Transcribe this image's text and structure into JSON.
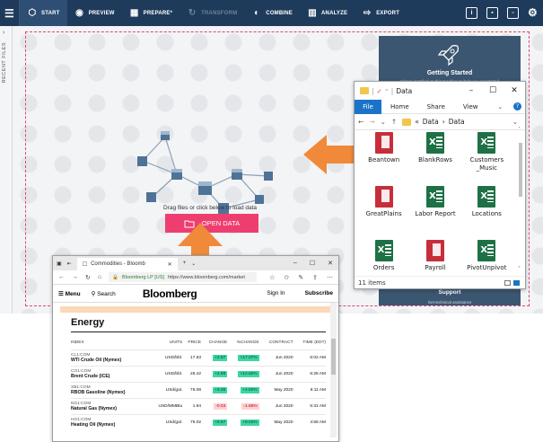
{
  "toolbar": {
    "items": [
      {
        "label": "START",
        "icon": "cube-icon",
        "state": "active"
      },
      {
        "label": "PREVIEW",
        "icon": "eye-icon",
        "state": "normal"
      },
      {
        "label": "PREPARE*",
        "icon": "table-icon",
        "state": "normal"
      },
      {
        "label": "TRANSFORM",
        "icon": "transform-icon",
        "state": "disabled"
      },
      {
        "label": "COMBINE",
        "icon": "combine-icon",
        "state": "normal"
      },
      {
        "label": "ANALYZE",
        "icon": "analyze-icon",
        "state": "normal"
      },
      {
        "label": "EXPORT",
        "icon": "export-icon",
        "state": "normal"
      }
    ]
  },
  "recent_files": {
    "label": "RECENT FILES"
  },
  "dropzone": {
    "instructions": "Drag files or click below to load data",
    "open_button": "OPEN DATA"
  },
  "getting_started": {
    "title": "Getting Started",
    "subtitle": "Videos installed on this machine to help you get started",
    "support_title": "Support",
    "support_subtitle": "Get technical assistance"
  },
  "explorer": {
    "title": "Data",
    "ribbon": [
      "File",
      "Home",
      "Share",
      "View"
    ],
    "breadcrumb_prefix": "«",
    "breadcrumb": [
      "Data",
      "Data"
    ],
    "items": [
      {
        "name": "Beantown",
        "type": "access"
      },
      {
        "name": "BlankRows",
        "type": "excel"
      },
      {
        "name": "Customers _Music",
        "type": "excel"
      },
      {
        "name": "GreatPlains",
        "type": "access"
      },
      {
        "name": "Labor Report",
        "type": "excel"
      },
      {
        "name": "Locations",
        "type": "excel"
      },
      {
        "name": "Orders",
        "type": "excel"
      },
      {
        "name": "Payroll",
        "type": "access"
      },
      {
        "name": "PivotUnpivot",
        "type": "excel"
      }
    ],
    "status": "11 items"
  },
  "browser": {
    "tab_title": "Commodities - Bloomb",
    "site_label": "Bloomberg LP [US]",
    "url": "https://www.bloomberg.com/market",
    "bb_menu": "Menu",
    "bb_search": "Search",
    "bb_logo": "Bloomberg",
    "bb_signin": "Sign In",
    "bb_subscribe": "Subscribe",
    "section": "Energy",
    "columns": [
      "INDEX",
      "UNITS",
      "PRICE",
      "CHANGE",
      "%CHANGE",
      "CONTRACT",
      "TIME (EDT)"
    ],
    "rows": [
      {
        "ticker": "CL1:COM",
        "name": "WTI Crude Oil (Nymex)",
        "units": "USD/bbl.",
        "price": "17.63",
        "change": "+2.57",
        "pct": "+17.07%",
        "contract": "Jun 2020",
        "time": "6:02 AM",
        "dir": "up"
      },
      {
        "ticker": "CO1:COM",
        "name": "Brent Crude (ICE)",
        "units": "USD/bbl.",
        "price": "26.42",
        "change": "+2.89",
        "pct": "+12.82%",
        "contract": "Jun 2020",
        "time": "6:28 AM",
        "dir": "up"
      },
      {
        "ticker": "XB1:COM",
        "name": "RBOB Gasoline (Nymex)",
        "units": "USd/gal.",
        "price": "76.08",
        "change": "+3.36",
        "pct": "+4.62%",
        "contract": "May 2020",
        "time": "6:11 AM",
        "dir": "up"
      },
      {
        "ticker": "NG1:COM",
        "name": "Natural Gas (Nymex)",
        "units": "USD/MMBtu",
        "price": "1.94",
        "change": "-0.03",
        "pct": "-1.66%",
        "contract": "Jun 2020",
        "time": "5:31 AM",
        "dir": "down"
      },
      {
        "ticker": "HO1:COM",
        "name": "Heating Oil (Nymex)",
        "units": "USd/gal.",
        "price": "75.02",
        "change": "+5.57",
        "pct": "+8.02%",
        "contract": "May 2020",
        "time": "4:58 AM",
        "dir": "up"
      }
    ]
  },
  "colors": {
    "toolbar_bg": "#1f3b5c",
    "accent_pink": "#ee3e6f",
    "arrow_orange": "#f08a3a",
    "panel_bg": "#3b5670",
    "excel_green": "#1e7145",
    "access_red": "#c62f3a",
    "positive": "#3cd6a4",
    "negative": "#ffd0d0"
  }
}
